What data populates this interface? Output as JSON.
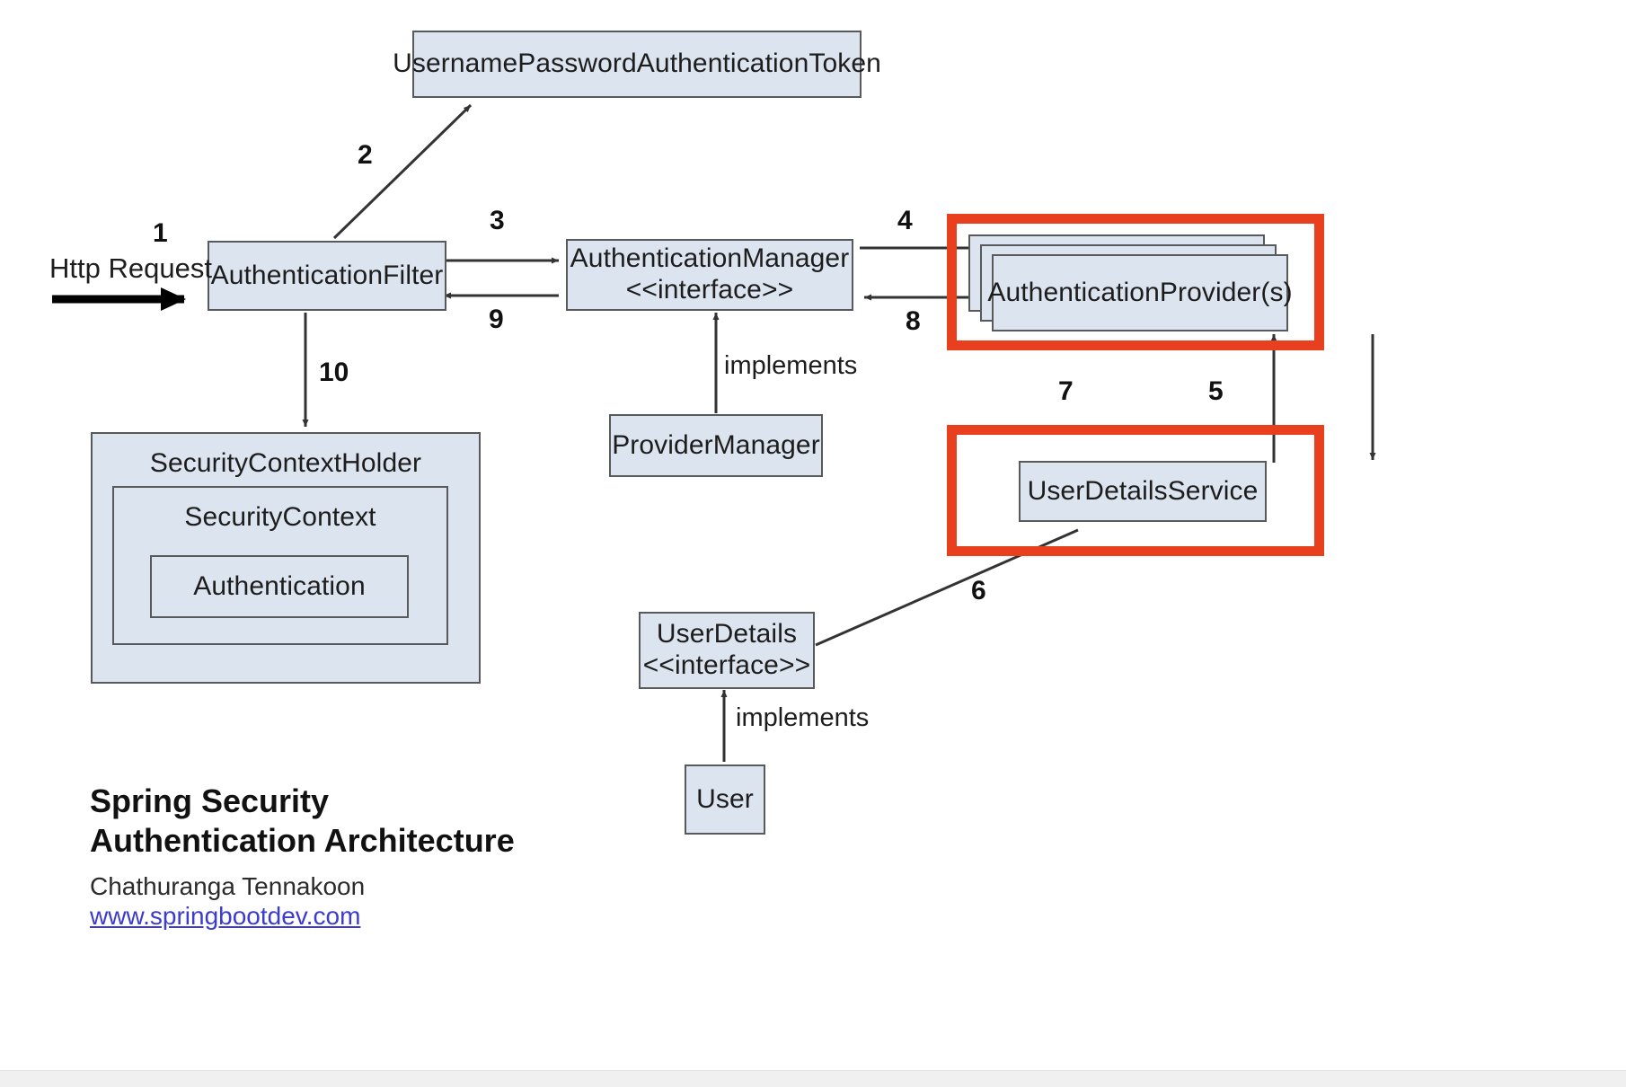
{
  "diagram": {
    "title_block": {
      "title": "Spring Security\nAuthentication Architecture",
      "author": "Chathuranga Tennakoon",
      "link": "www.springbootdev.com"
    },
    "entry_label": "Http Request",
    "nodes": [
      {
        "id": "token",
        "label": "UsernamePasswordAuthenticationToken"
      },
      {
        "id": "auth-filter",
        "label": "AuthenticationFilter"
      },
      {
        "id": "auth-manager",
        "label": "AuthenticationManager\n<<interface>>"
      },
      {
        "id": "auth-provider",
        "label": "AuthenticationProvider(s)"
      },
      {
        "id": "provider-manager",
        "label": "ProviderManager"
      },
      {
        "id": "user-details-svc",
        "label": "UserDetailsService"
      },
      {
        "id": "user-details",
        "label": "UserDetails\n<<interface>>"
      },
      {
        "id": "user",
        "label": "User"
      },
      {
        "id": "sec-ctx-holder",
        "label": "SecurityContextHolder"
      },
      {
        "id": "sec-ctx",
        "label": "SecurityContext"
      },
      {
        "id": "authentication",
        "label": "Authentication"
      }
    ],
    "steps": [
      {
        "n": "1",
        "from": "http-request",
        "to": "auth-filter"
      },
      {
        "n": "2",
        "from": "auth-filter",
        "to": "token"
      },
      {
        "n": "3",
        "from": "auth-filter",
        "to": "auth-manager"
      },
      {
        "n": "4",
        "from": "auth-manager",
        "to": "auth-provider"
      },
      {
        "n": "5",
        "from": "auth-provider",
        "to": "user-details-svc"
      },
      {
        "n": "6",
        "from": "user-details-svc",
        "to": "user-details"
      },
      {
        "n": "7",
        "from": "user-details-svc",
        "to": "auth-provider"
      },
      {
        "n": "8",
        "from": "auth-provider",
        "to": "auth-manager"
      },
      {
        "n": "9",
        "from": "auth-manager",
        "to": "auth-filter"
      },
      {
        "n": "10",
        "from": "auth-filter",
        "to": "sec-ctx-holder"
      }
    ],
    "relations": [
      {
        "label": "implements",
        "from": "provider-manager",
        "to": "auth-manager"
      },
      {
        "label": "implements",
        "from": "user",
        "to": "user-details"
      }
    ],
    "highlights": [
      {
        "target": "auth-provider",
        "color": "#e8401e"
      },
      {
        "target": "user-details-svc",
        "color": "#e8401e"
      }
    ],
    "colors": {
      "node_fill": "#dce4ef",
      "node_border": "#58595b",
      "highlight": "#e8401e",
      "line": "#333333",
      "link": "#3b3bd0",
      "background": "#ffffff"
    }
  }
}
